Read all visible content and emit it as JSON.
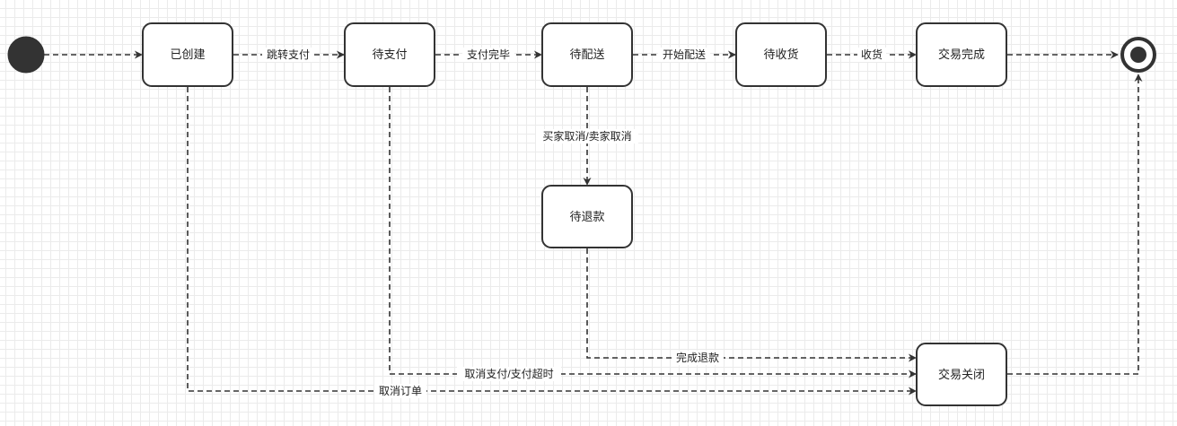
{
  "diagram": {
    "type": "state-diagram",
    "colors": {
      "stroke": "#333333",
      "fill": "#ffffff",
      "text": "#222222",
      "grid": "#ebebeb"
    },
    "nodes": {
      "start": {
        "kind": "initial-state"
      },
      "created": {
        "label": "已创建"
      },
      "pending_payment": {
        "label": "待支付"
      },
      "pending_delivery": {
        "label": "待配送"
      },
      "pending_receipt": {
        "label": "待收货"
      },
      "trade_complete": {
        "label": "交易完成"
      },
      "pending_refund": {
        "label": "待退款"
      },
      "trade_closed": {
        "label": "交易关闭"
      },
      "end": {
        "kind": "final-state"
      }
    },
    "edges": {
      "start_to_created": {
        "from": "start",
        "to": "created",
        "label": ""
      },
      "created_to_payment": {
        "from": "created",
        "to": "pending_payment",
        "label": "跳转支付"
      },
      "payment_to_delivery": {
        "from": "pending_payment",
        "to": "pending_delivery",
        "label": "支付完毕"
      },
      "delivery_to_receipt": {
        "from": "pending_delivery",
        "to": "pending_receipt",
        "label": "开始配送"
      },
      "receipt_to_complete": {
        "from": "pending_receipt",
        "to": "trade_complete",
        "label": "收货"
      },
      "complete_to_end": {
        "from": "trade_complete",
        "to": "end",
        "label": ""
      },
      "delivery_to_refund": {
        "from": "pending_delivery",
        "to": "pending_refund",
        "label": "买家取消/卖家取消"
      },
      "refund_to_closed": {
        "from": "pending_refund",
        "to": "trade_closed",
        "label": "完成退款"
      },
      "payment_to_closed": {
        "from": "pending_payment",
        "to": "trade_closed",
        "label": "取消支付/支付超时"
      },
      "created_to_closed": {
        "from": "created",
        "to": "trade_closed",
        "label": "取消订单"
      },
      "closed_to_end": {
        "from": "trade_closed",
        "to": "end",
        "label": ""
      }
    }
  }
}
